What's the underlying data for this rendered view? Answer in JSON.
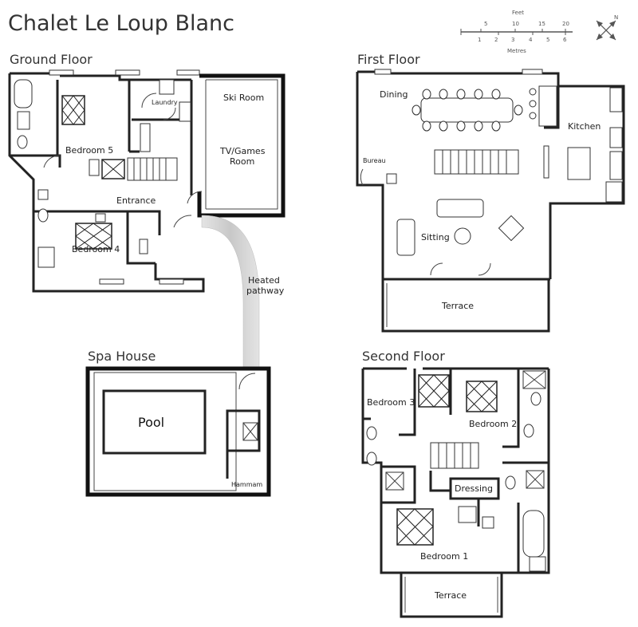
{
  "title": "Chalet Le Loup Blanc",
  "floors": {
    "ground": "Ground Floor",
    "first": "First Floor",
    "spa": "Spa House",
    "second": "Second Floor"
  },
  "rooms": {
    "ski_room": "Ski Room",
    "tv_games_1": "TV/Games",
    "tv_games_2": "Room",
    "laundry": "Laundry",
    "bedroom5": "Bedroom 5",
    "entrance": "Entrance",
    "bedroom4": "Bedroom 4",
    "heated_1": "Heated",
    "heated_2": "pathway",
    "dining": "Dining",
    "kitchen": "Kitchen",
    "bureau": "Bureau",
    "sitting": "Sitting",
    "terrace_first": "Terrace",
    "pool": "Pool",
    "hammam": "Hammam",
    "bedroom3": "Bedroom 3",
    "bedroom2": "Bedroom 2",
    "dressing": "Dressing",
    "bedroom1": "Bedroom 1",
    "terrace_second": "Terrace"
  },
  "scale": {
    "feet_label": "Feet",
    "metres_label": "Metres",
    "feet_ticks": [
      "5",
      "10",
      "15",
      "20"
    ],
    "metre_ticks": [
      "1",
      "2",
      "3",
      "4",
      "5",
      "6"
    ]
  },
  "compass": {
    "north": "N"
  }
}
